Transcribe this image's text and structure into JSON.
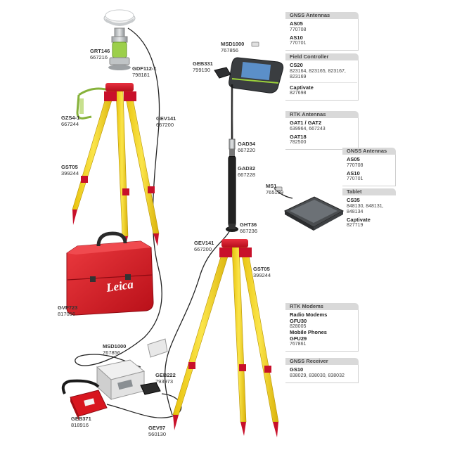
{
  "components": [
    {
      "id": "grt146",
      "code": "GRT146",
      "number": "667216"
    },
    {
      "id": "gdf112",
      "code": "GDF112-1",
      "number": "798181"
    },
    {
      "id": "gzs4",
      "code": "GZS4-1",
      "number": "667244"
    },
    {
      "id": "gst05a",
      "code": "GST05",
      "number": "399244"
    },
    {
      "id": "gev141a",
      "code": "GEV141",
      "number": "667200"
    },
    {
      "id": "gvp723",
      "code": "GVP723",
      "number": "817056"
    },
    {
      "id": "msd1000a",
      "code": "MSD1000",
      "number": "767856"
    },
    {
      "id": "geb331",
      "code": "GEB331",
      "number": "799190"
    },
    {
      "id": "gad34",
      "code": "GAD34",
      "number": "667220"
    },
    {
      "id": "gad32",
      "code": "GAD32",
      "number": "667228"
    },
    {
      "id": "ms1",
      "code": "MS1",
      "number": "765199"
    },
    {
      "id": "ght36",
      "code": "GHT36",
      "number": "667236"
    },
    {
      "id": "gev141b",
      "code": "GEV141",
      "number": "667200"
    },
    {
      "id": "gst05b",
      "code": "GST05",
      "number": "399244"
    },
    {
      "id": "msd1000b",
      "code": "MSD1000",
      "number": "767856"
    },
    {
      "id": "geb222",
      "code": "GEB222",
      "number": "793973"
    },
    {
      "id": "geb371",
      "code": "GEB371",
      "number": "818916"
    },
    {
      "id": "gev97",
      "code": "GEV97",
      "number": "560130"
    }
  ],
  "panels": [
    {
      "id": "gnss-antennas-1",
      "title": "GNSS Antennas",
      "sections": [
        {
          "items": [
            {
              "name": "AS05",
              "numbers": "770708"
            },
            {
              "name": "AS10",
              "numbers": "770701"
            }
          ]
        }
      ]
    },
    {
      "id": "field-controller",
      "title": "Field Controller",
      "sections": [
        {
          "items": [
            {
              "name": "CS20",
              "numbers": "823164, 823165, 823167, 823169"
            }
          ]
        },
        {
          "items": [
            {
              "name": "Captivate",
              "numbers": "827698"
            }
          ]
        }
      ]
    },
    {
      "id": "rtk-antennas",
      "title": "RTK Antennas",
      "sections": [
        {
          "items": [
            {
              "name": "GAT1 / GAT2",
              "numbers": "639964, 667243"
            },
            {
              "name": "GAT18",
              "numbers": "782500"
            }
          ]
        }
      ]
    },
    {
      "id": "gnss-antennas-2",
      "title": "GNSS Antennas",
      "sections": [
        {
          "items": [
            {
              "name": "AS05",
              "numbers": "770708"
            },
            {
              "name": "AS10",
              "numbers": "770701"
            }
          ]
        }
      ]
    },
    {
      "id": "tablet",
      "title": "Tablet",
      "sections": [
        {
          "items": [
            {
              "name": "CS35",
              "numbers": "848130, 848131, 848134"
            }
          ]
        },
        {
          "items": [
            {
              "name": "Captivate",
              "numbers": "827719"
            }
          ]
        }
      ]
    },
    {
      "id": "rtk-modems",
      "title": "RTK Modems",
      "sections": [
        {
          "items": [
            {
              "name": "Radio Modems",
              "numbers": ""
            },
            {
              "name": "GFU30",
              "numbers": "828005"
            },
            {
              "name": "Mobile Phones",
              "numbers": ""
            },
            {
              "name": "GFU29",
              "numbers": "767861"
            }
          ]
        }
      ]
    },
    {
      "id": "gnss-receiver",
      "title": "GNSS Receiver",
      "sections": [
        {
          "items": [
            {
              "name": "GS10",
              "numbers": "838029, 838030, 838032"
            }
          ]
        }
      ]
    }
  ],
  "case_brand": "Leica",
  "colors": {
    "tripod_red": "#d4142a",
    "tripod_yellow": "#f2d21a",
    "case_red": "#d8161f",
    "panel_header": "#d9d9d9",
    "cable": "#222222"
  }
}
